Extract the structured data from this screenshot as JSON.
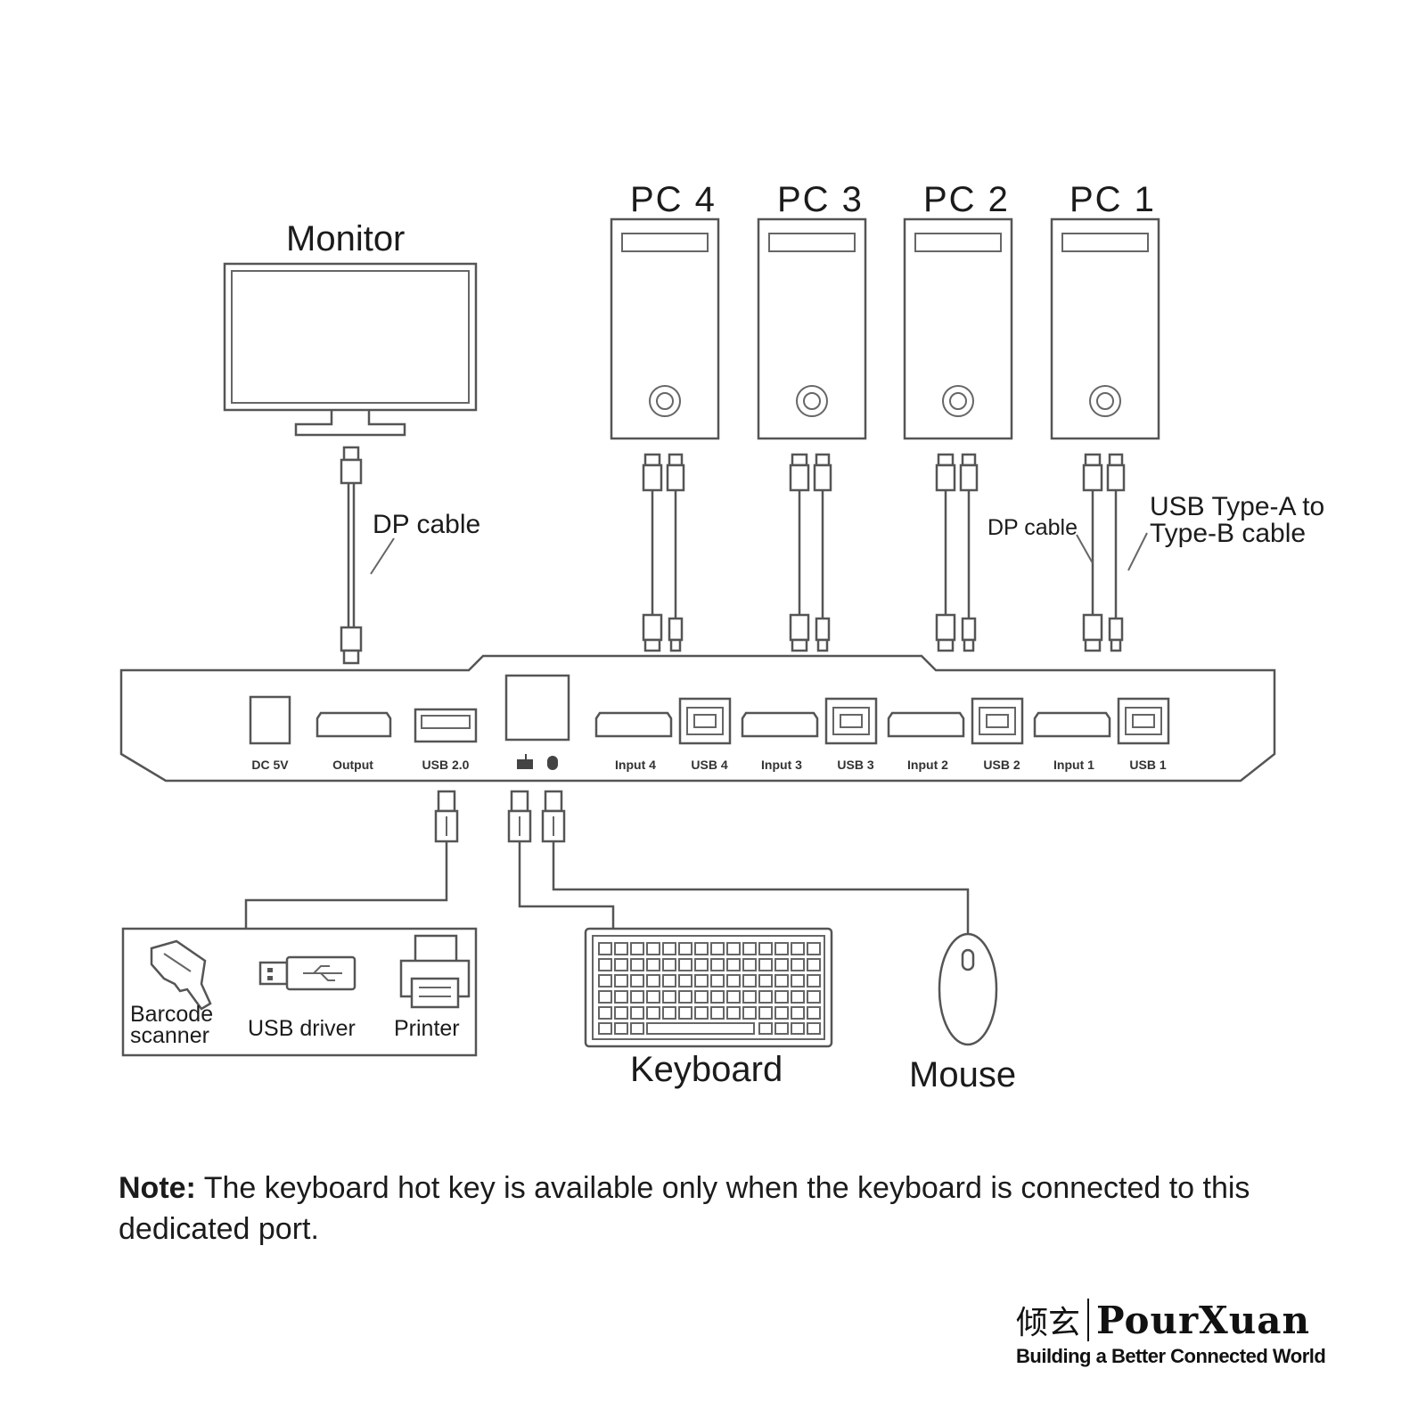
{
  "labels": {
    "monitor": "Monitor",
    "pc4": "PC 4",
    "pc3": "PC 3",
    "pc2": "PC 2",
    "pc1": "PC 1",
    "dp_cable_left": "DP cable",
    "dp_cable_right": "DP cable",
    "usb_cable_line1": "USB Type-A to",
    "usb_cable_line2": "Type-B cable",
    "barcode_line1": "Barcode",
    "barcode_line2": "scanner",
    "usb_driver": "USB driver",
    "printer": "Printer",
    "keyboard": "Keyboard",
    "mouse": "Mouse"
  },
  "ports": {
    "dc": "DC 5V",
    "output": "Output",
    "usb20": "USB 2.0",
    "input4": "Input 4",
    "usb4": "USB 4",
    "input3": "Input 3",
    "usb3": "USB 3",
    "input2": "Input 2",
    "usb2": "USB 2",
    "input1": "Input 1",
    "usb1": "USB 1"
  },
  "icons": [
    "monitor-icon",
    "pc-tower-icon",
    "dp-connector-icon",
    "usb-connector-icon",
    "barcode-scanner-icon",
    "usb-drive-icon",
    "printer-icon",
    "keyboard-icon",
    "mouse-icon",
    "keyboard-port-icon",
    "mouse-port-icon"
  ],
  "note": {
    "bold": "Note:",
    "text": " The keyboard hot key is available only when the keyboard is connected to this dedicated port."
  },
  "brand": {
    "chinese": "倾玄",
    "name": "PourXuan",
    "tagline": "Building a Better Connected World"
  }
}
